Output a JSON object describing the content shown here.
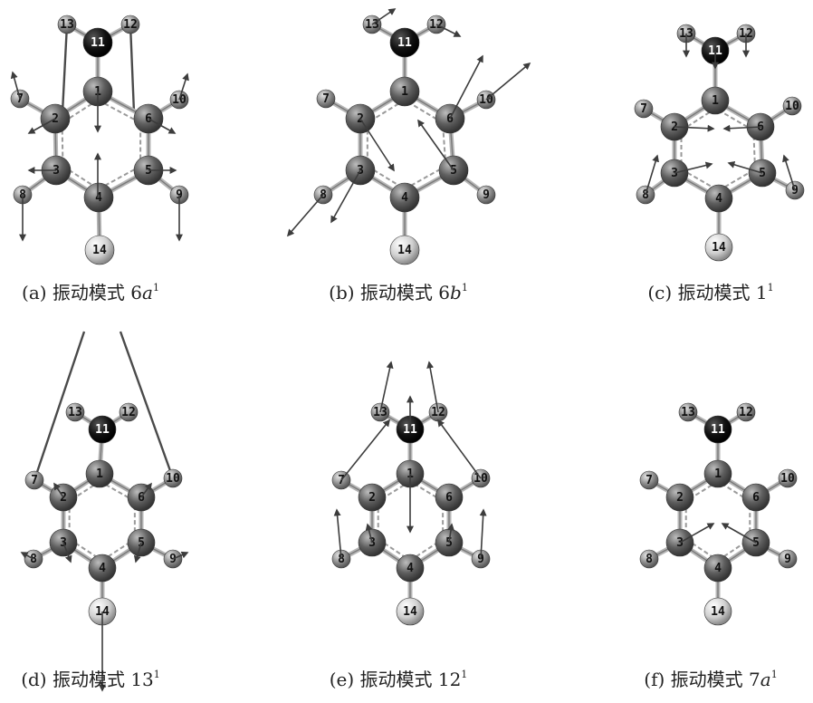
{
  "panels": [
    {
      "label": "(a)",
      "caption_text": "振动模式",
      "mode_base": "6",
      "mode_italic": "a",
      "mode_sup": "1",
      "atom_numbers": [
        "1",
        "2",
        "3",
        "4",
        "5",
        "6",
        "7",
        "8",
        "9",
        "10",
        "11",
        "12",
        "13",
        "14"
      ]
    },
    {
      "label": "(b)",
      "caption_text": "振动模式",
      "mode_base": "6",
      "mode_italic": "b",
      "mode_sup": "1",
      "atom_numbers": [
        "1",
        "2",
        "3",
        "4",
        "5",
        "6",
        "7",
        "8",
        "9",
        "10",
        "11",
        "12",
        "13",
        "14"
      ]
    },
    {
      "label": "(c)",
      "caption_text": "振动模式",
      "mode_base": "1",
      "mode_italic": "",
      "mode_sup": "1",
      "atom_numbers": [
        "1",
        "2",
        "3",
        "4",
        "5",
        "6",
        "7",
        "8",
        "9",
        "10",
        "11",
        "12",
        "13",
        "14"
      ]
    },
    {
      "label": "(d)",
      "caption_text": "振动模式",
      "mode_base": "13",
      "mode_italic": "",
      "mode_sup": "1",
      "atom_numbers": [
        "1",
        "2",
        "3",
        "4",
        "5",
        "6",
        "7",
        "8",
        "9",
        "10",
        "11",
        "12",
        "13",
        "14"
      ]
    },
    {
      "label": "(e)",
      "caption_text": "振动模式",
      "mode_base": "12",
      "mode_italic": "",
      "mode_sup": "1",
      "atom_numbers": [
        "1",
        "2",
        "3",
        "4",
        "5",
        "6",
        "7",
        "8",
        "9",
        "10",
        "11",
        "12",
        "13",
        "14"
      ]
    },
    {
      "label": "(f)",
      "caption_text": "振动模式",
      "mode_base": "7",
      "mode_italic": "a",
      "mode_sup": "1",
      "atom_numbers": [
        "1",
        "2",
        "3",
        "4",
        "5",
        "6",
        "7",
        "8",
        "9",
        "10",
        "11",
        "12",
        "13",
        "14"
      ]
    }
  ],
  "colors": {
    "nitrogen": "#111111",
    "carbon": "#5a5a5a",
    "hydrogen": "#8a8a8a",
    "substituent": "#d6d6d6",
    "arrow": "#4a4a4a",
    "bond": "#9a9a9a"
  }
}
